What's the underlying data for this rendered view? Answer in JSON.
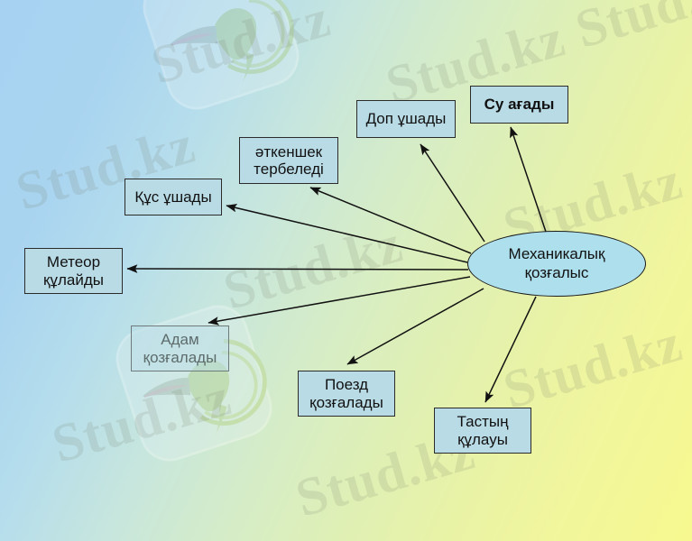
{
  "slide": {
    "title_concept": "Механикалық қозғалыс",
    "background_colors": {
      "left": "#a8d2f2",
      "middle": "#d5ecc8",
      "right": "#f7f88f"
    },
    "node_fill": "#b9dbe6",
    "node_border": "#2b2b2b",
    "ellipse_fill": "#addfec"
  },
  "center": {
    "label_line1": "Механикалық",
    "label_line2": "қозғалыс"
  },
  "nodes": [
    {
      "id": "dop",
      "line1": "Доп ұшады",
      "line2": "",
      "style": "normal"
    },
    {
      "id": "su",
      "line1": "Су ағады",
      "line2": "",
      "style": "bold"
    },
    {
      "id": "atkenshek",
      "line1": "әткеншек",
      "line2": "тербеледі",
      "style": "normal"
    },
    {
      "id": "kus",
      "line1": "Құс ұшады",
      "line2": "",
      "style": "normal"
    },
    {
      "id": "meteor",
      "line1": "Метеор",
      "line2": "құлайды",
      "style": "normal"
    },
    {
      "id": "adam",
      "line1": "Адам",
      "line2": "қозғалады",
      "style": "muted"
    },
    {
      "id": "poezd",
      "line1": "Поезд",
      "line2": "қозғалады",
      "style": "normal"
    },
    {
      "id": "tas",
      "line1": "Тастың",
      "line2": "құлауы",
      "style": "normal"
    }
  ],
  "watermark": {
    "text": "Stud.kz",
    "logo_name": "hummingbird-logo"
  }
}
